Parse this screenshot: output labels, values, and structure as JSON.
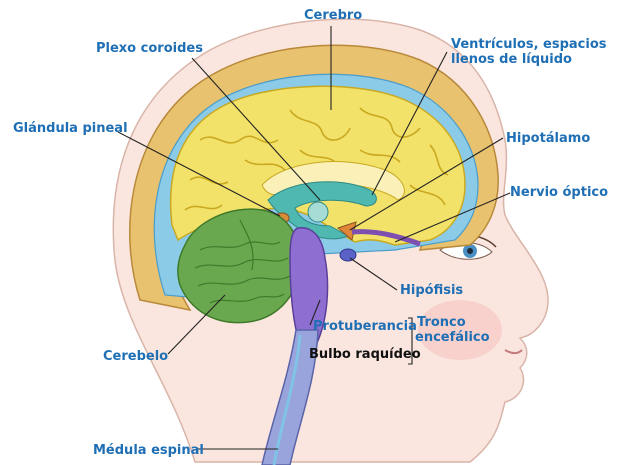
{
  "labels": {
    "cerebro": "Cerebro",
    "plexo": "Plexo coroides",
    "ventriculos_1": "Ventrículos, espacios",
    "ventriculos_2": "llenos de líquido",
    "pineal": "Glándula pineal",
    "hipotalamo": "Hipotálamo",
    "nervio_optico": "Nervio óptico",
    "hipofisis": "Hipófisis",
    "protuberancia": "Protuberancia",
    "tronco_1": "Tronco",
    "tronco_2": "encefálico",
    "bulbo": "Bulbo raquídeo",
    "cerebelo": "Cerebelo",
    "medula": "Médula espinal"
  },
  "colors": {
    "label": "#1f6fb5",
    "cerebrum": "#f3e26a",
    "cerebellum": "#6aa84f",
    "brainstem": "#8e6fd1",
    "csf": "#7fc3e6",
    "skin": "#fbe6df",
    "skull": "#e2b45c"
  }
}
